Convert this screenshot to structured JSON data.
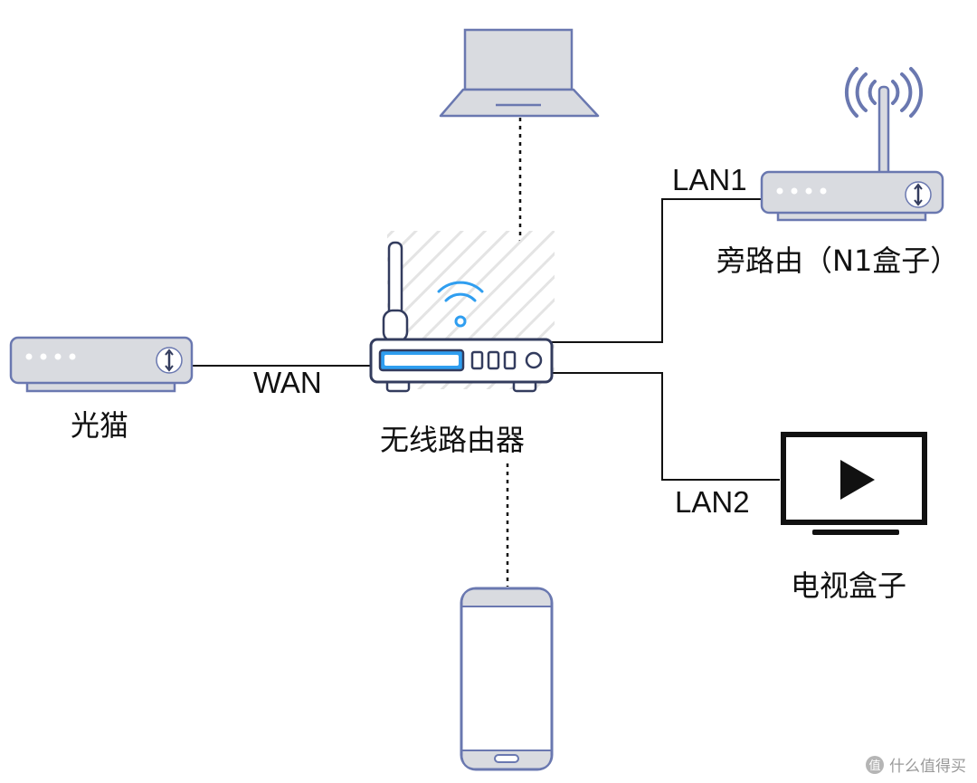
{
  "labels": {
    "modem": "光猫",
    "wan": "WAN",
    "router": "无线路由器",
    "lan1": "LAN1",
    "side_router": "旁路由（N1盒子）",
    "lan2": "LAN2",
    "tv_box": "电视盒子"
  },
  "watermark": {
    "icon": "值",
    "text": "什么值得买"
  },
  "colors": {
    "device_fill": "#d9dbe0",
    "device_stroke": "#6a78b0",
    "wifi_blue": "#2f9ef0",
    "line": "#111111"
  }
}
